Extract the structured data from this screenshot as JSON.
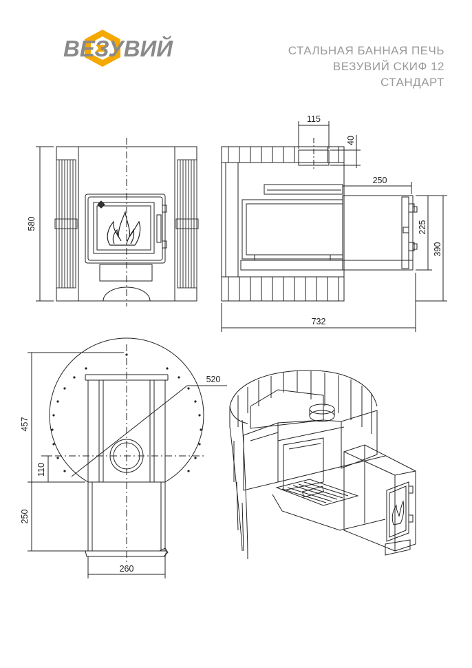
{
  "brand": {
    "name": "ВЕЗУВИЙ",
    "logo_icon": "vesuvius-logo-icon",
    "logo_color": "#f5a800"
  },
  "title": {
    "line1": "СТАЛЬНАЯ БАННАЯ ПЕЧЬ",
    "line2": "ВЕЗУВИЙ СКИФ 12",
    "line3": "СТАНДАРТ"
  },
  "dimensions": {
    "front_height": "580",
    "chimney_width": "115",
    "chimney_height": "40",
    "tunnel_length": "250",
    "door_height": "225",
    "tunnel_height": "390",
    "total_length": "732",
    "plan_diameter": "520",
    "plan_depth": "457",
    "chimney_offset": "110",
    "tunnel_depth": "250",
    "tunnel_width": "260"
  }
}
